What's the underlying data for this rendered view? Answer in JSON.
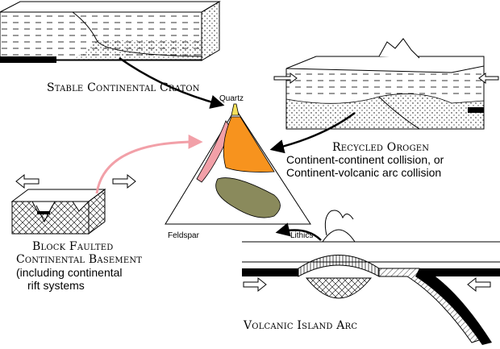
{
  "vertices": {
    "top": "Quartz",
    "left": "Feldspar",
    "right": "Lithics"
  },
  "provenance_labels": {
    "craton": "Stable Continental Craton",
    "orogen_title": "Recycled Orogen",
    "orogen_line2": "Continent-continent collision, or",
    "orogen_line3": "Continent-volcanic arc collision",
    "block_line1": "Block Faulted",
    "block_line2": "Continental Basement",
    "block_line3": "(including continental",
    "block_line4": "rift systems",
    "arc": "Volcanic Island Arc"
  },
  "colors": {
    "craton_field": "#f5e15a",
    "orogen_field": "#f7931e",
    "block_field": "#f2a0a8",
    "arc_field": "#8a8a5c",
    "pink_arrow": "#f2a0a8"
  }
}
